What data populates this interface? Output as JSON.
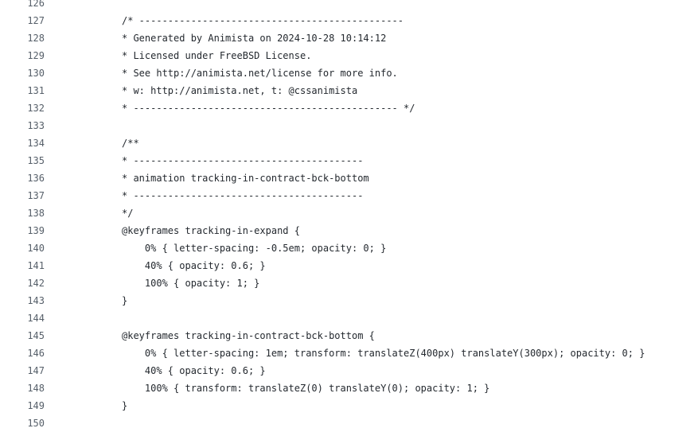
{
  "code": {
    "lines": [
      {
        "number": "126",
        "text": ""
      },
      {
        "number": "127",
        "text": "/* ----------------------------------------------"
      },
      {
        "number": "128",
        "text": "* Generated by Animista on 2024-10-28 10:14:12"
      },
      {
        "number": "129",
        "text": "* Licensed under FreeBSD License."
      },
      {
        "number": "130",
        "text": "* See http://animista.net/license for more info."
      },
      {
        "number": "131",
        "text": "* w: http://animista.net, t: @cssanimista"
      },
      {
        "number": "132",
        "text": "* ---------------------------------------------- */"
      },
      {
        "number": "133",
        "text": ""
      },
      {
        "number": "134",
        "text": "/**"
      },
      {
        "number": "135",
        "text": "* ----------------------------------------"
      },
      {
        "number": "136",
        "text": "* animation tracking-in-contract-bck-bottom"
      },
      {
        "number": "137",
        "text": "* ----------------------------------------"
      },
      {
        "number": "138",
        "text": "*/"
      },
      {
        "number": "139",
        "text": "@keyframes tracking-in-expand {"
      },
      {
        "number": "140",
        "text": "    0% { letter-spacing: -0.5em; opacity: 0; }"
      },
      {
        "number": "141",
        "text": "    40% { opacity: 0.6; }"
      },
      {
        "number": "142",
        "text": "    100% { opacity: 1; }"
      },
      {
        "number": "143",
        "text": "}"
      },
      {
        "number": "144",
        "text": ""
      },
      {
        "number": "145",
        "text": "@keyframes tracking-in-contract-bck-bottom {"
      },
      {
        "number": "146",
        "text": "    0% { letter-spacing: 1em; transform: translateZ(400px) translateY(300px); opacity: 0; }"
      },
      {
        "number": "147",
        "text": "    40% { opacity: 0.6; }"
      },
      {
        "number": "148",
        "text": "    100% { transform: translateZ(0) translateY(0); opacity: 1; }"
      },
      {
        "number": "149",
        "text": "}"
      },
      {
        "number": "150",
        "text": ""
      }
    ]
  }
}
